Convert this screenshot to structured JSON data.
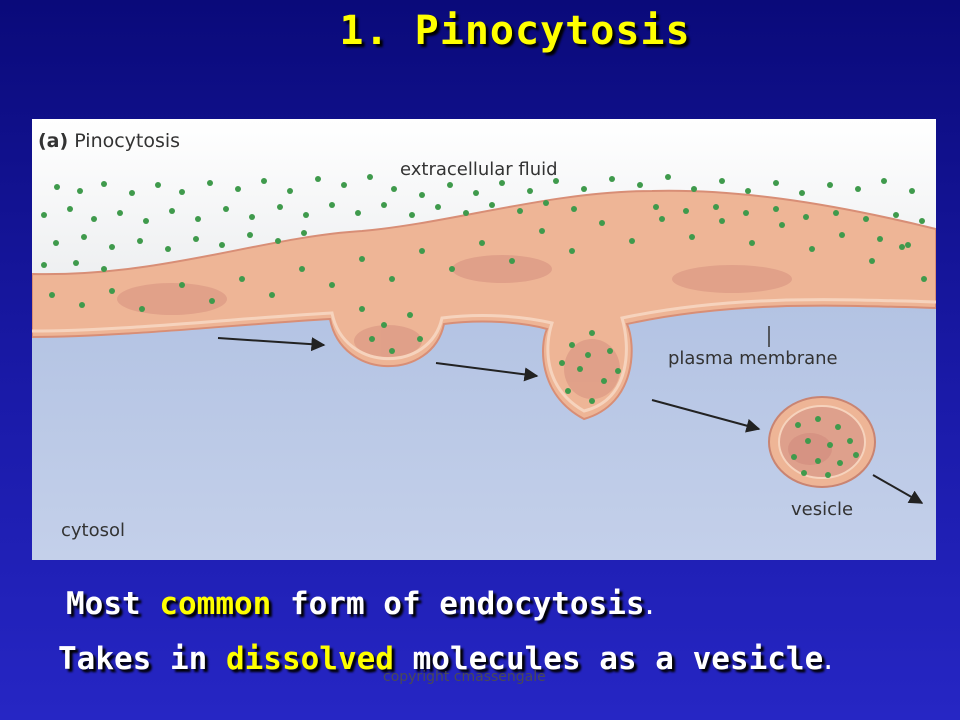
{
  "slide": {
    "title": "1. Pinocytosis"
  },
  "figure": {
    "panel_letter": "(a)",
    "panel_title": "Pinocytosis",
    "labels": {
      "extracellular": "extracellular fluid",
      "plasma_membrane": "plasma membrane",
      "cytosol": "cytosol",
      "vesicle": "vesicle"
    },
    "colors": {
      "cytosol": "#b4c4e4",
      "membrane": "#f0b89a",
      "molecule": "#3f9a4c"
    }
  },
  "bullets": [
    {
      "pre": "Most ",
      "highlight": "common",
      "post": " form of endocytosis",
      "end": "."
    },
    {
      "pre": "Takes in ",
      "highlight": "dissolved",
      "post": " molecules as a vesicle",
      "end": "."
    }
  ],
  "footer": {
    "copyright": "copyright cmassengale"
  }
}
